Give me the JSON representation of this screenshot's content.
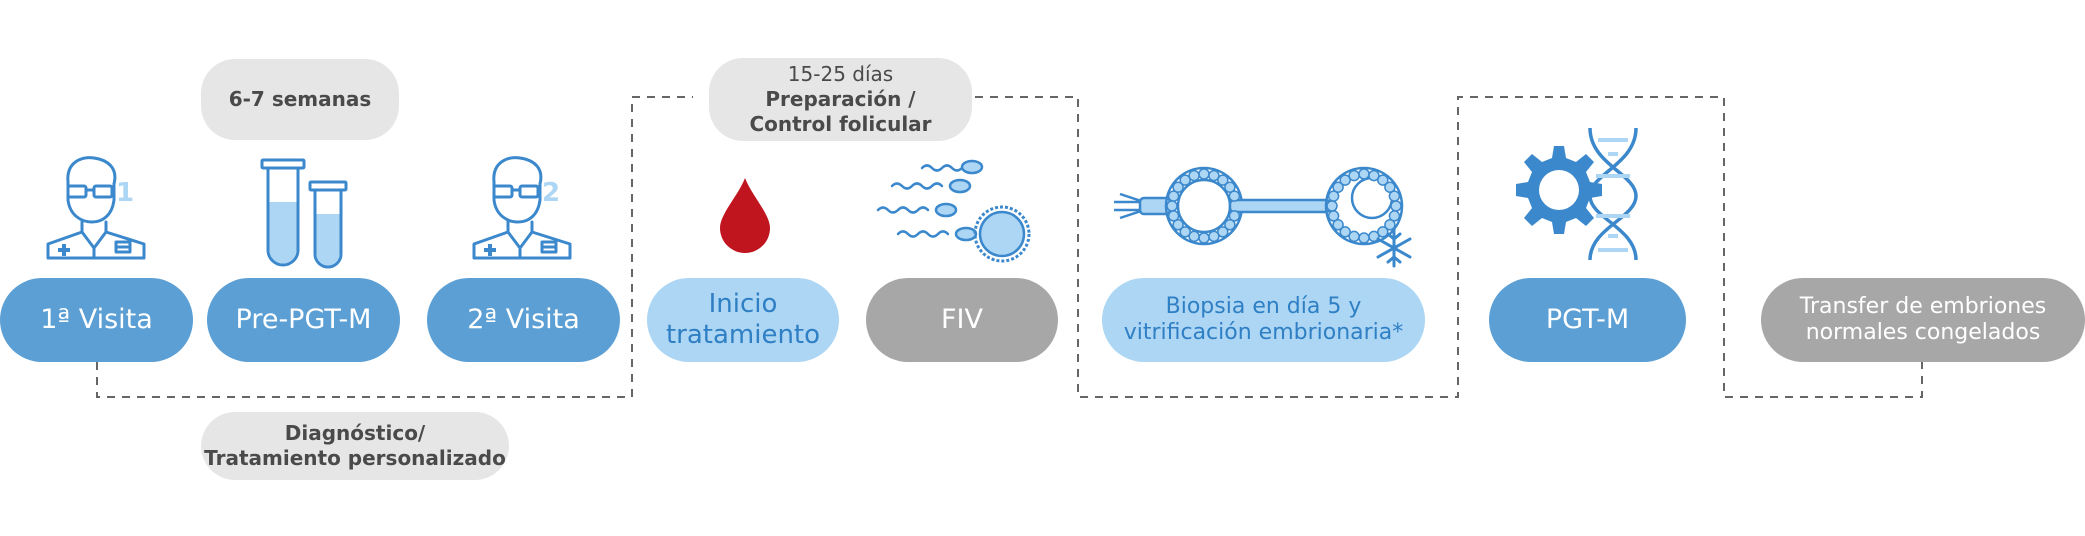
{
  "steps": {
    "visita1": "1ª Visita",
    "pre_pgt": "Pre-PGT-M",
    "visita2": "2ª Visita",
    "inicio": [
      "Inicio",
      "tratamiento"
    ],
    "fiv": "FIV",
    "biopsia": [
      "Biopsia en día 5 y",
      "vitrificación embrionaria*"
    ],
    "pgt": "PGT-M",
    "transfer": [
      "Transfer de embriones",
      "normales congelados"
    ]
  },
  "notes": {
    "semanas": "6-7 semanas",
    "dias": "15-25 días",
    "preparacion": [
      "Preparación /",
      "Control folicular"
    ],
    "diagnostico": [
      "Diagnóstico/",
      "Tratamiento personalizado"
    ]
  },
  "badges": {
    "doctor1": "1",
    "doctor2": "2"
  },
  "colors": {
    "blue": "#5b9fd4",
    "light_blue": "#acd6f4",
    "gray": "#a7a7a7",
    "note_bg": "#e6e6e6",
    "icon_stroke": "#3b88cc",
    "blood": "#c0151f",
    "dashed_line": "#666666"
  },
  "icons": [
    "doctor-icon",
    "test-tubes-icon",
    "blood-drop-icon",
    "sperm-egg-icon",
    "embryo-biopsy-icon",
    "gear-dna-icon",
    "snowflake-icon"
  ]
}
